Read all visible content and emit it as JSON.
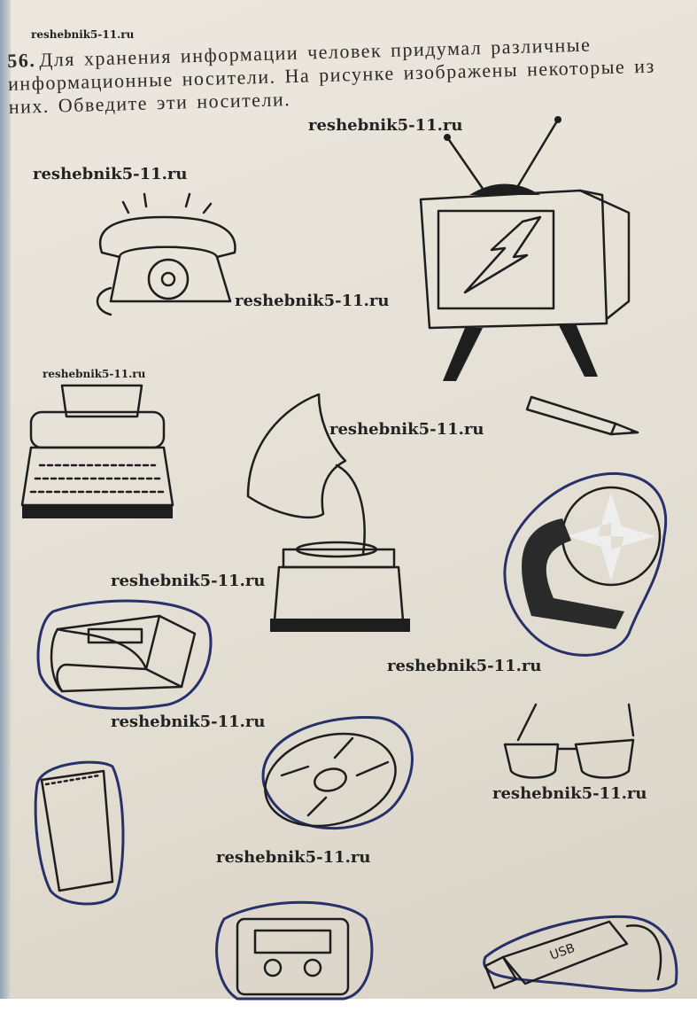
{
  "task": {
    "number": "56.",
    "text": "Для хранения информации человек придумал различные информационные носители. На рисунке изображены некоторые из них. Обведите эти носители."
  },
  "watermark": "reshebnik5-11.ru",
  "pictures": [
    "telephone",
    "television",
    "typewriter",
    "pencil",
    "gramophone",
    "film-reel",
    "book",
    "glasses",
    "compact-disc",
    "notepad",
    "cassette",
    "usb-flash-drive"
  ],
  "usb_label": "USB",
  "colors": {
    "page": "#e8e4da",
    "ink": "#1e1e1e",
    "circle_pen": "#28306a"
  }
}
